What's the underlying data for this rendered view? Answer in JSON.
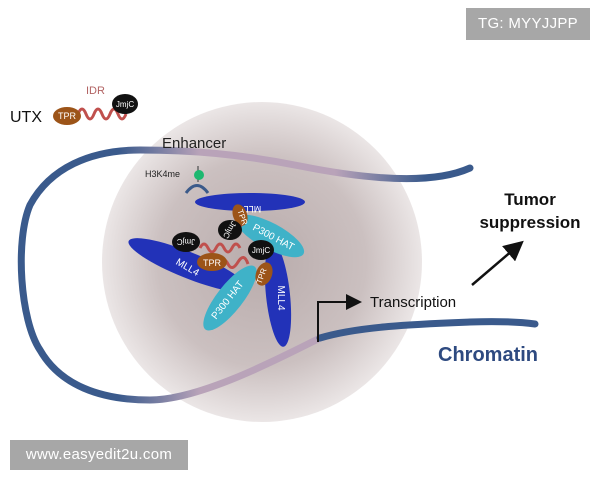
{
  "tag_label": "TG: MYYJJPP",
  "watermark": "www.easyedit2u.com",
  "labels": {
    "utx": "UTX",
    "idr": "IDR",
    "tpr": "TPR",
    "jmjc": "JmjC",
    "enhancer": "Enhancer",
    "h3k4me": "H3K4me",
    "mll4": "MLL4",
    "p300_hat": "P300 HAT",
    "transcription": "Transcription",
    "tumor": "Tumor",
    "suppression": "suppression",
    "chromatin": "Chromatin"
  },
  "colors": {
    "chromatin_dark": "#3a5a8c",
    "chromatin_light": "#c6a9bd",
    "cloud": "#c9bebe",
    "mll4": "#2232b8",
    "p300": "#3fb2c8",
    "tpr": "#9c5418",
    "jmjc": "#111111",
    "idr": "#c0504d",
    "h3k4me": "#1db870",
    "chromatin_text": "#2e4a80"
  }
}
